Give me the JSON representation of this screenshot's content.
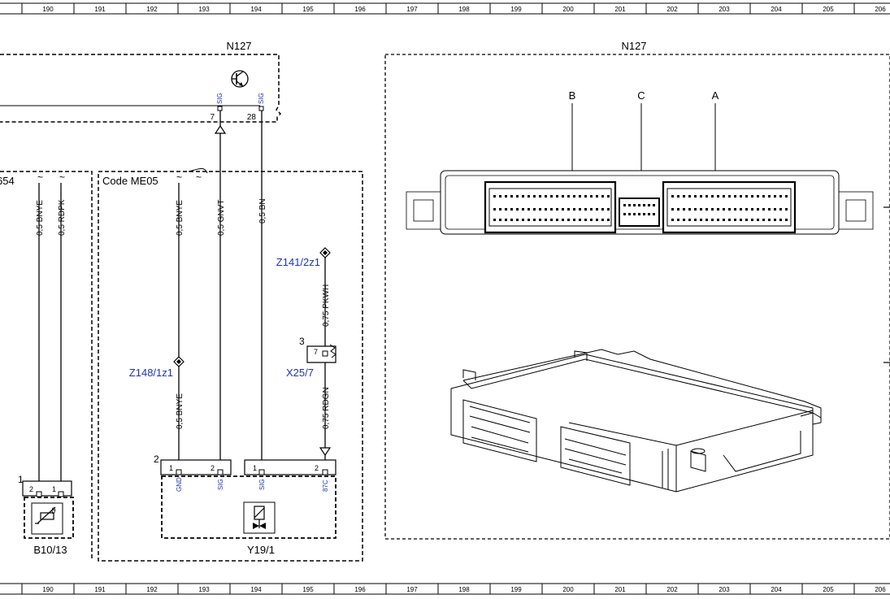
{
  "grid": [
    "190",
    "191",
    "192",
    "193",
    "194",
    "195",
    "196",
    "197",
    "198",
    "199",
    "200",
    "201",
    "202",
    "203",
    "204",
    "205",
    "206"
  ],
  "left_module": {
    "name": "N127",
    "pins": [
      {
        "number": "7",
        "label": "SIG"
      },
      {
        "number": "28",
        "label": "SIG"
      }
    ]
  },
  "left_box": {
    "label": "654"
  },
  "code_box": {
    "label": "Code ME05",
    "tilde": "~"
  },
  "wires": {
    "bnye_left": "0,5 BNYE",
    "rdpk": "0,5 RDPK",
    "bnye_mid": "0,5 BNYE",
    "gnvt": "0,5 GNVT",
    "bn": "0,5 BN",
    "pkwh": "0,75 PKWH",
    "bnye_lower": "0,5 BNYE",
    "rdgn": "0,75 RDGN"
  },
  "splices": {
    "z148": "Z148/1z1",
    "z141": "Z141/2z1"
  },
  "connector_x25": {
    "name": "X25/7",
    "number": "3",
    "pin": "7"
  },
  "sensor_b10": {
    "name": "B10/13",
    "connector": "1",
    "pins": [
      "2",
      "1"
    ]
  },
  "valve_y19": {
    "name": "Y19/1",
    "connector_left": "2",
    "pins": [
      {
        "number": "1",
        "label": "GND"
      },
      {
        "number": "2",
        "label": "SIG"
      },
      {
        "number": "1",
        "label": "SIG"
      },
      {
        "number": "2",
        "label": "87C"
      }
    ]
  },
  "right_panel": {
    "title": "N127",
    "connectors": [
      "B",
      "C",
      "A"
    ]
  },
  "colors": {
    "line": "#000000",
    "label_blue": "#1f33b8"
  }
}
